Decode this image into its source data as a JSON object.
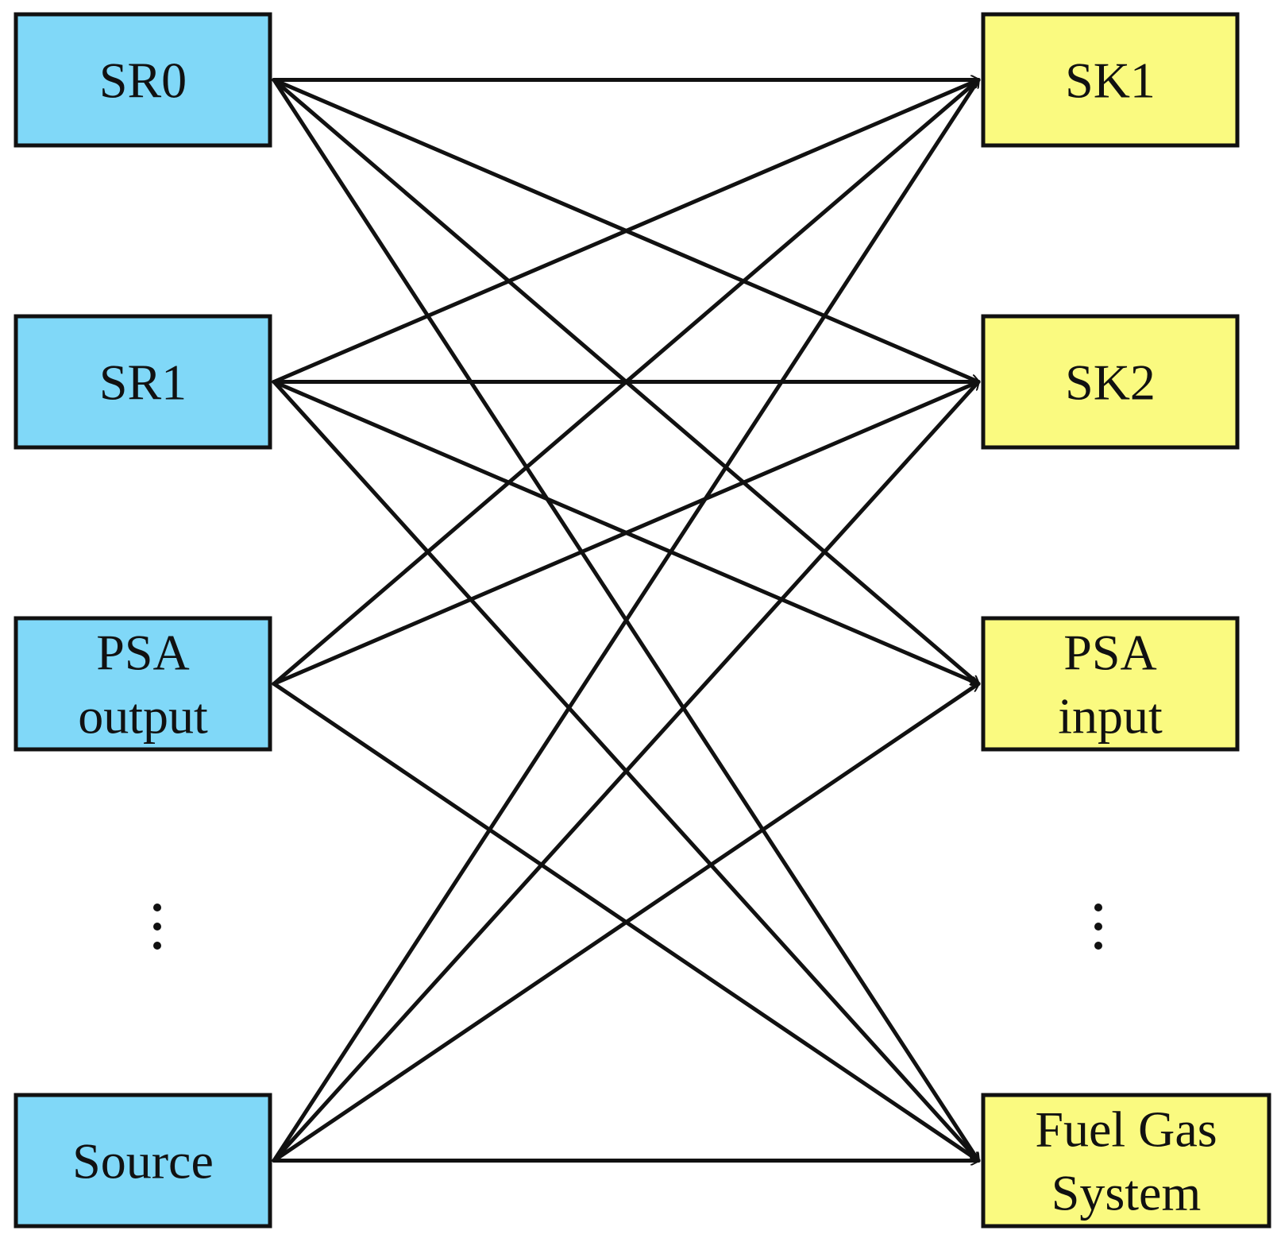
{
  "colors": {
    "source_fill": "#80D8F8",
    "sink_fill": "#FAFA80",
    "line": "#111111"
  },
  "sources": [
    {
      "id": "SR0",
      "lines": [
        "SR0"
      ]
    },
    {
      "id": "SR1",
      "lines": [
        "SR1"
      ]
    },
    {
      "id": "PSA_output",
      "lines": [
        "PSA",
        "output"
      ]
    },
    {
      "id": "Source",
      "lines": [
        "Source"
      ]
    }
  ],
  "sinks": [
    {
      "id": "SK1",
      "lines": [
        "SK1"
      ]
    },
    {
      "id": "SK2",
      "lines": [
        "SK2"
      ]
    },
    {
      "id": "PSA_input",
      "lines": [
        "PSA",
        "input"
      ]
    },
    {
      "id": "Fuel_Gas_System",
      "lines": [
        "Fuel Gas",
        "System"
      ]
    }
  ],
  "edges": [
    {
      "from": "SR0",
      "to": "SK1"
    },
    {
      "from": "SR0",
      "to": "SK2"
    },
    {
      "from": "SR0",
      "to": "PSA_input"
    },
    {
      "from": "SR0",
      "to": "Fuel_Gas_System"
    },
    {
      "from": "SR1",
      "to": "SK1"
    },
    {
      "from": "SR1",
      "to": "SK2"
    },
    {
      "from": "SR1",
      "to": "PSA_input"
    },
    {
      "from": "SR1",
      "to": "Fuel_Gas_System"
    },
    {
      "from": "PSA_output",
      "to": "SK1"
    },
    {
      "from": "PSA_output",
      "to": "SK2"
    },
    {
      "from": "PSA_output",
      "to": "Fuel_Gas_System"
    },
    {
      "from": "Source",
      "to": "SK1"
    },
    {
      "from": "Source",
      "to": "SK2"
    },
    {
      "from": "Source",
      "to": "PSA_input"
    },
    {
      "from": "Source",
      "to": "Fuel_Gas_System"
    }
  ]
}
